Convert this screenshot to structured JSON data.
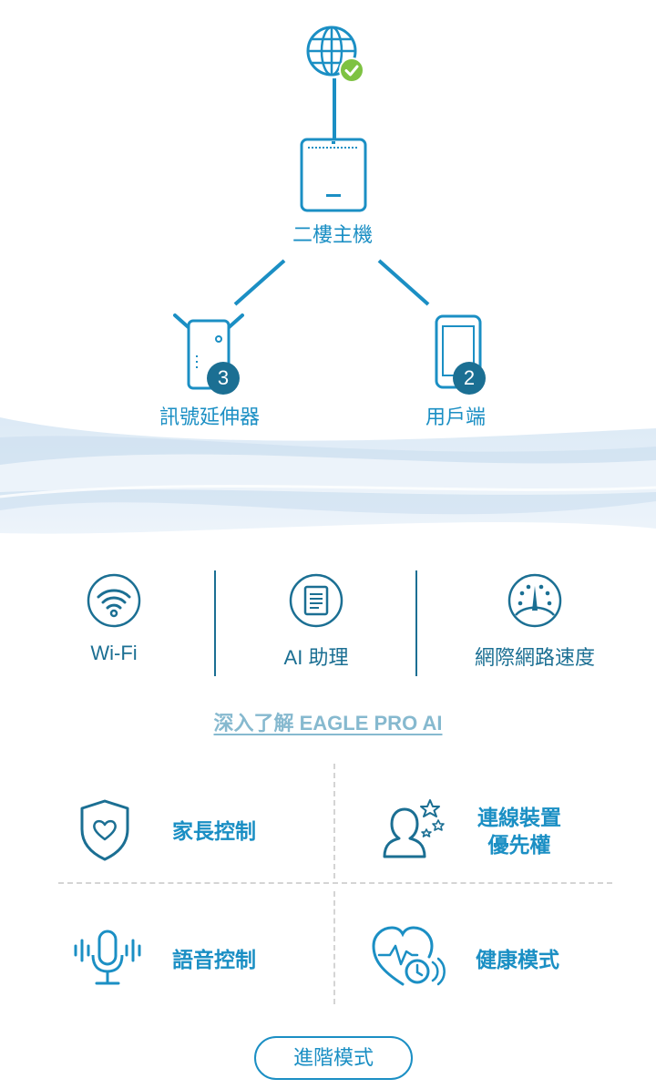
{
  "topology": {
    "main_router_label": "二樓主機",
    "extender": {
      "label": "訊號延伸器",
      "count": "3"
    },
    "clients": {
      "label": "用戶端",
      "count": "2"
    }
  },
  "features": [
    {
      "label": "Wi-Fi",
      "icon": "wifi-icon"
    },
    {
      "label": "AI 助理",
      "icon": "assistant-icon"
    },
    {
      "label": "網際網路速度",
      "icon": "speedometer-icon"
    }
  ],
  "learn_more": "深入了解 EAGLE PRO AI",
  "grid": {
    "parental_control": "家長控制",
    "device_priority": [
      "連線裝置",
      "優先權"
    ],
    "voice_control": "語音控制",
    "health_mode": "健康模式"
  },
  "advanced_button": "進階模式",
  "colors": {
    "accent": "#1b8fc4",
    "dark_accent": "#1b6f93",
    "online_green": "#7ec242",
    "link": "#86b9cf"
  }
}
